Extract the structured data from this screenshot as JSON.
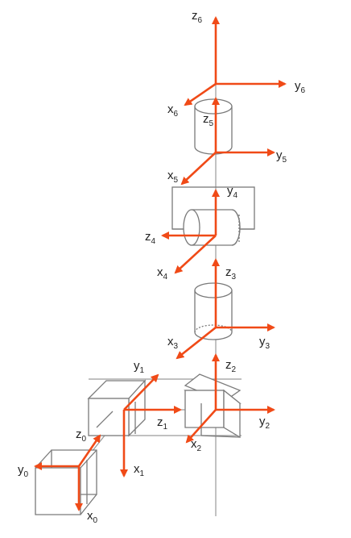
{
  "colors": {
    "axis": "#F04A17",
    "outline": "#7a7a7a",
    "link": "#9a9a9a"
  },
  "labels": {
    "x0": {
      "base": "x",
      "sub": "0"
    },
    "y0": {
      "base": "y",
      "sub": "0"
    },
    "z0": {
      "base": "z",
      "sub": "0"
    },
    "x1": {
      "base": "x",
      "sub": "1"
    },
    "y1": {
      "base": "y",
      "sub": "1"
    },
    "z1": {
      "base": "z",
      "sub": "1"
    },
    "x2": {
      "base": "x",
      "sub": "2"
    },
    "y2": {
      "base": "y",
      "sub": "2"
    },
    "z2": {
      "base": "z",
      "sub": "2"
    },
    "x3": {
      "base": "x",
      "sub": "3"
    },
    "y3": {
      "base": "y",
      "sub": "3"
    },
    "z3": {
      "base": "z",
      "sub": "3"
    },
    "x4": {
      "base": "x",
      "sub": "4"
    },
    "y4": {
      "base": "y",
      "sub": "4"
    },
    "z4": {
      "base": "z",
      "sub": "4"
    },
    "x5": {
      "base": "x",
      "sub": "5"
    },
    "y5": {
      "base": "y",
      "sub": "5"
    },
    "z5": {
      "base": "z",
      "sub": "5"
    },
    "x6": {
      "base": "x",
      "sub": "6"
    },
    "y6": {
      "base": "y",
      "sub": "6"
    },
    "z6": {
      "base": "z",
      "sub": "6"
    }
  }
}
